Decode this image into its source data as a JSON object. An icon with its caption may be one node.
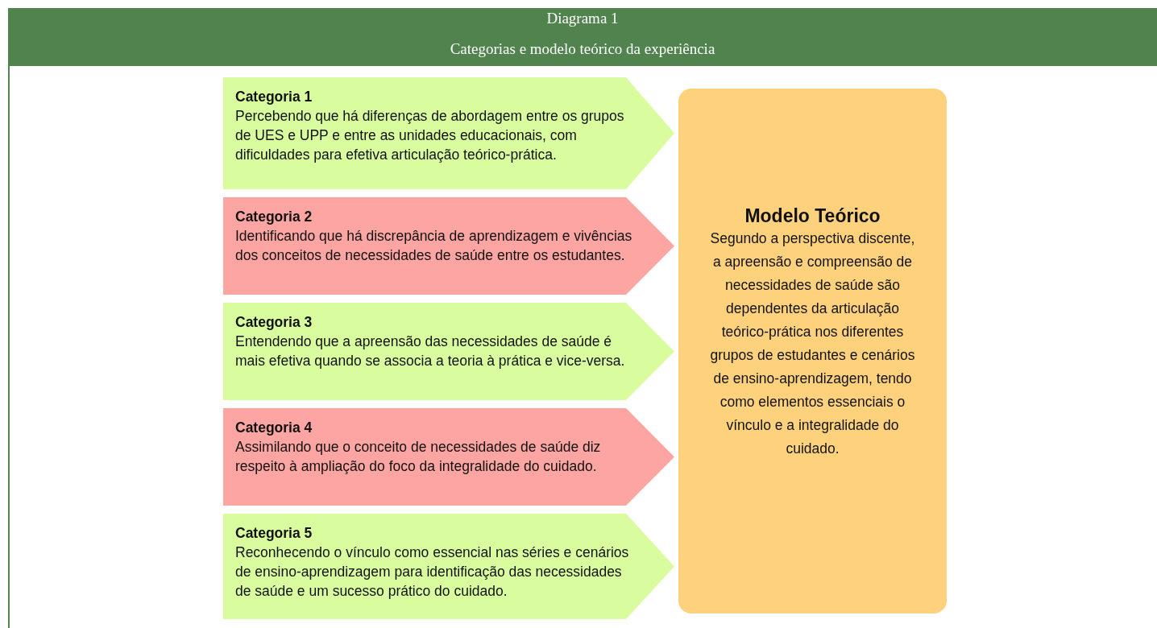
{
  "diagram": {
    "title": "Diagrama 1",
    "caption": "Categorias e modelo teórico da experiência",
    "nodes": [
      {
        "text": [
          "Categoria 1",
          "Percebendo que há diferenças de abordagem entre os grupos de UES e UPP e entre as unidades educacionais, com dificuldades para efetiva articulação teórico-prática."
        ]
      },
      {
        "text": [
          "Categoria 2",
          "Identificando que há discrepância de aprendizagem e vivências dos conceitos de necessidades de saúde entre os estudantes."
        ]
      },
      {
        "text": [
          "Categoria 3",
          "Entendendo que a apreensão das necessidades de saúde é mais efetiva quando se associa a teoria à prática e vice-versa."
        ]
      },
      {
        "text": [
          "Categoria 4",
          "Assimilando que o conceito de necessidades de saúde diz respeito à ampliação do foco da integralidade do cuidado."
        ]
      },
      {
        "text": [
          "Categoria 5",
          "Reconhecendo o vínculo como essencial nas séries e cenários de ensino-aprendizagem para identificação das necessidades de saúde e um sucesso prático do cuidado."
        ]
      },
      {
        "text": [
          "Modelo Teórico",
          "Segundo a perspectiva discente, a apreensão e compreensão de necessidades de saúde são dependentes da articulação teórico-prática nos diferentes grupos de estudantes e cenários de ensino-aprendizagem, tendo como elementos essenciais o vínculo e a integralidade do cuidado."
        ]
      }
    ]
  }
}
